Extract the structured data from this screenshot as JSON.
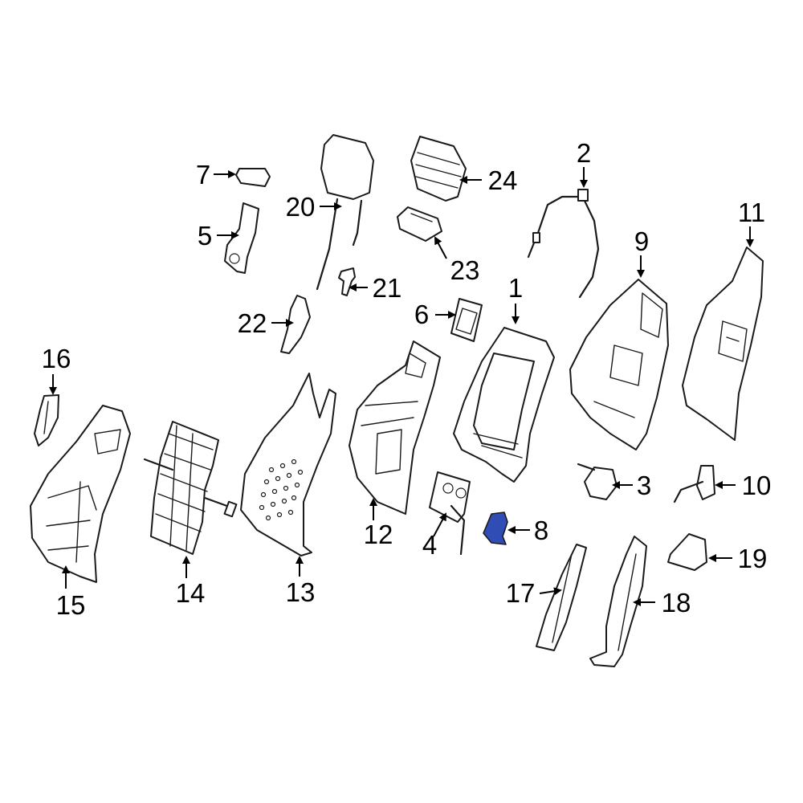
{
  "colors": {
    "highlight": "#2f4db5",
    "stroke": "#1a1a1a",
    "background": "#ffffff"
  },
  "callouts": [
    {
      "id": "1",
      "text": "1"
    },
    {
      "id": "2",
      "text": "2"
    },
    {
      "id": "3",
      "text": "3"
    },
    {
      "id": "4",
      "text": "4"
    },
    {
      "id": "5",
      "text": "5"
    },
    {
      "id": "6",
      "text": "6"
    },
    {
      "id": "7",
      "text": "7"
    },
    {
      "id": "8",
      "text": "8"
    },
    {
      "id": "9",
      "text": "9"
    },
    {
      "id": "10",
      "text": "10"
    },
    {
      "id": "11",
      "text": "11"
    },
    {
      "id": "12",
      "text": "12"
    },
    {
      "id": "13",
      "text": "13"
    },
    {
      "id": "14",
      "text": "14"
    },
    {
      "id": "15",
      "text": "15"
    },
    {
      "id": "16",
      "text": "16"
    },
    {
      "id": "17",
      "text": "17"
    },
    {
      "id": "18",
      "text": "18"
    },
    {
      "id": "19",
      "text": "19"
    },
    {
      "id": "20",
      "text": "20"
    },
    {
      "id": "21",
      "text": "21"
    },
    {
      "id": "22",
      "text": "22"
    },
    {
      "id": "23",
      "text": "23"
    },
    {
      "id": "24",
      "text": "24"
    }
  ],
  "highlighted_part": "8"
}
